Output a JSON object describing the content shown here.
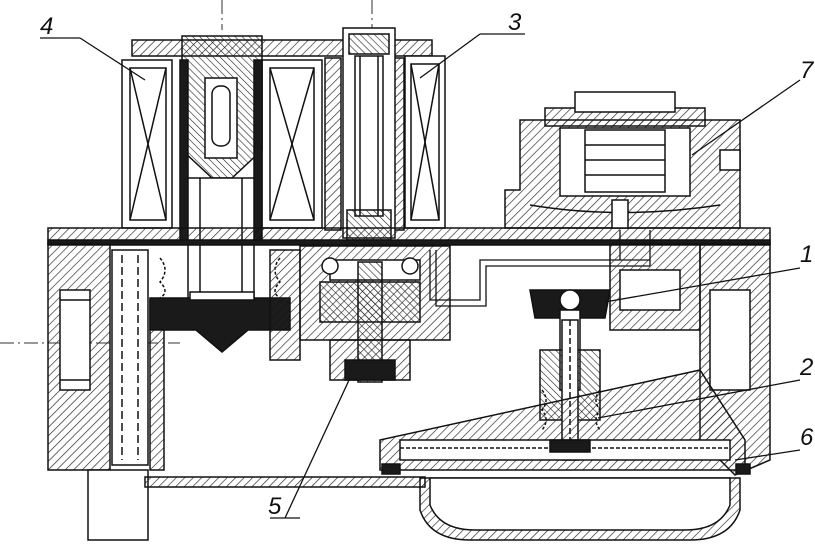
{
  "callouts": [
    {
      "id": "4",
      "text": "4"
    },
    {
      "id": "3",
      "text": "3"
    },
    {
      "id": "7",
      "text": "7"
    },
    {
      "id": "1",
      "text": "1"
    },
    {
      "id": "2",
      "text": "2"
    },
    {
      "id": "6",
      "text": "6"
    },
    {
      "id": "5",
      "text": "5"
    }
  ],
  "colors": {
    "line": "#111111",
    "hatch": "#222222",
    "fill_dark": "#1a1a1a",
    "background": "#ffffff"
  }
}
